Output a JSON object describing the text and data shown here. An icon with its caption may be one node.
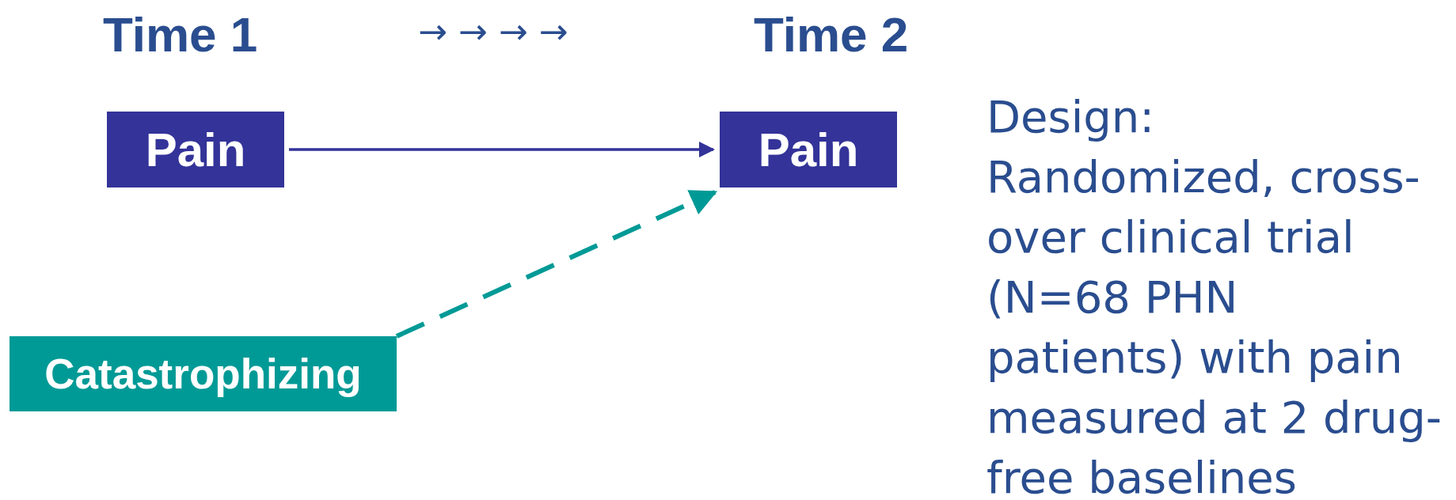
{
  "diagram": {
    "nodes": [
      {
        "text": [
          "Pain"
        ]
      },
      {
        "text": [
          "Pain"
        ]
      },
      {
        "text": [
          "Catastrophizing"
        ]
      }
    ],
    "edges": [
      {
        "from": 0,
        "to": 1,
        "arrow": "to"
      },
      {
        "from": 2,
        "to": 1,
        "arrow": "to",
        "style": "dashed",
        "color": "#009a96"
      }
    ],
    "labels": [
      "Time 1",
      "→ → → →",
      "Time 2",
      "Design:",
      "Randomized, cross-over clinical trial (N=68 PHN patients) with pain measured at 2 drug-free baselines"
    ]
  }
}
